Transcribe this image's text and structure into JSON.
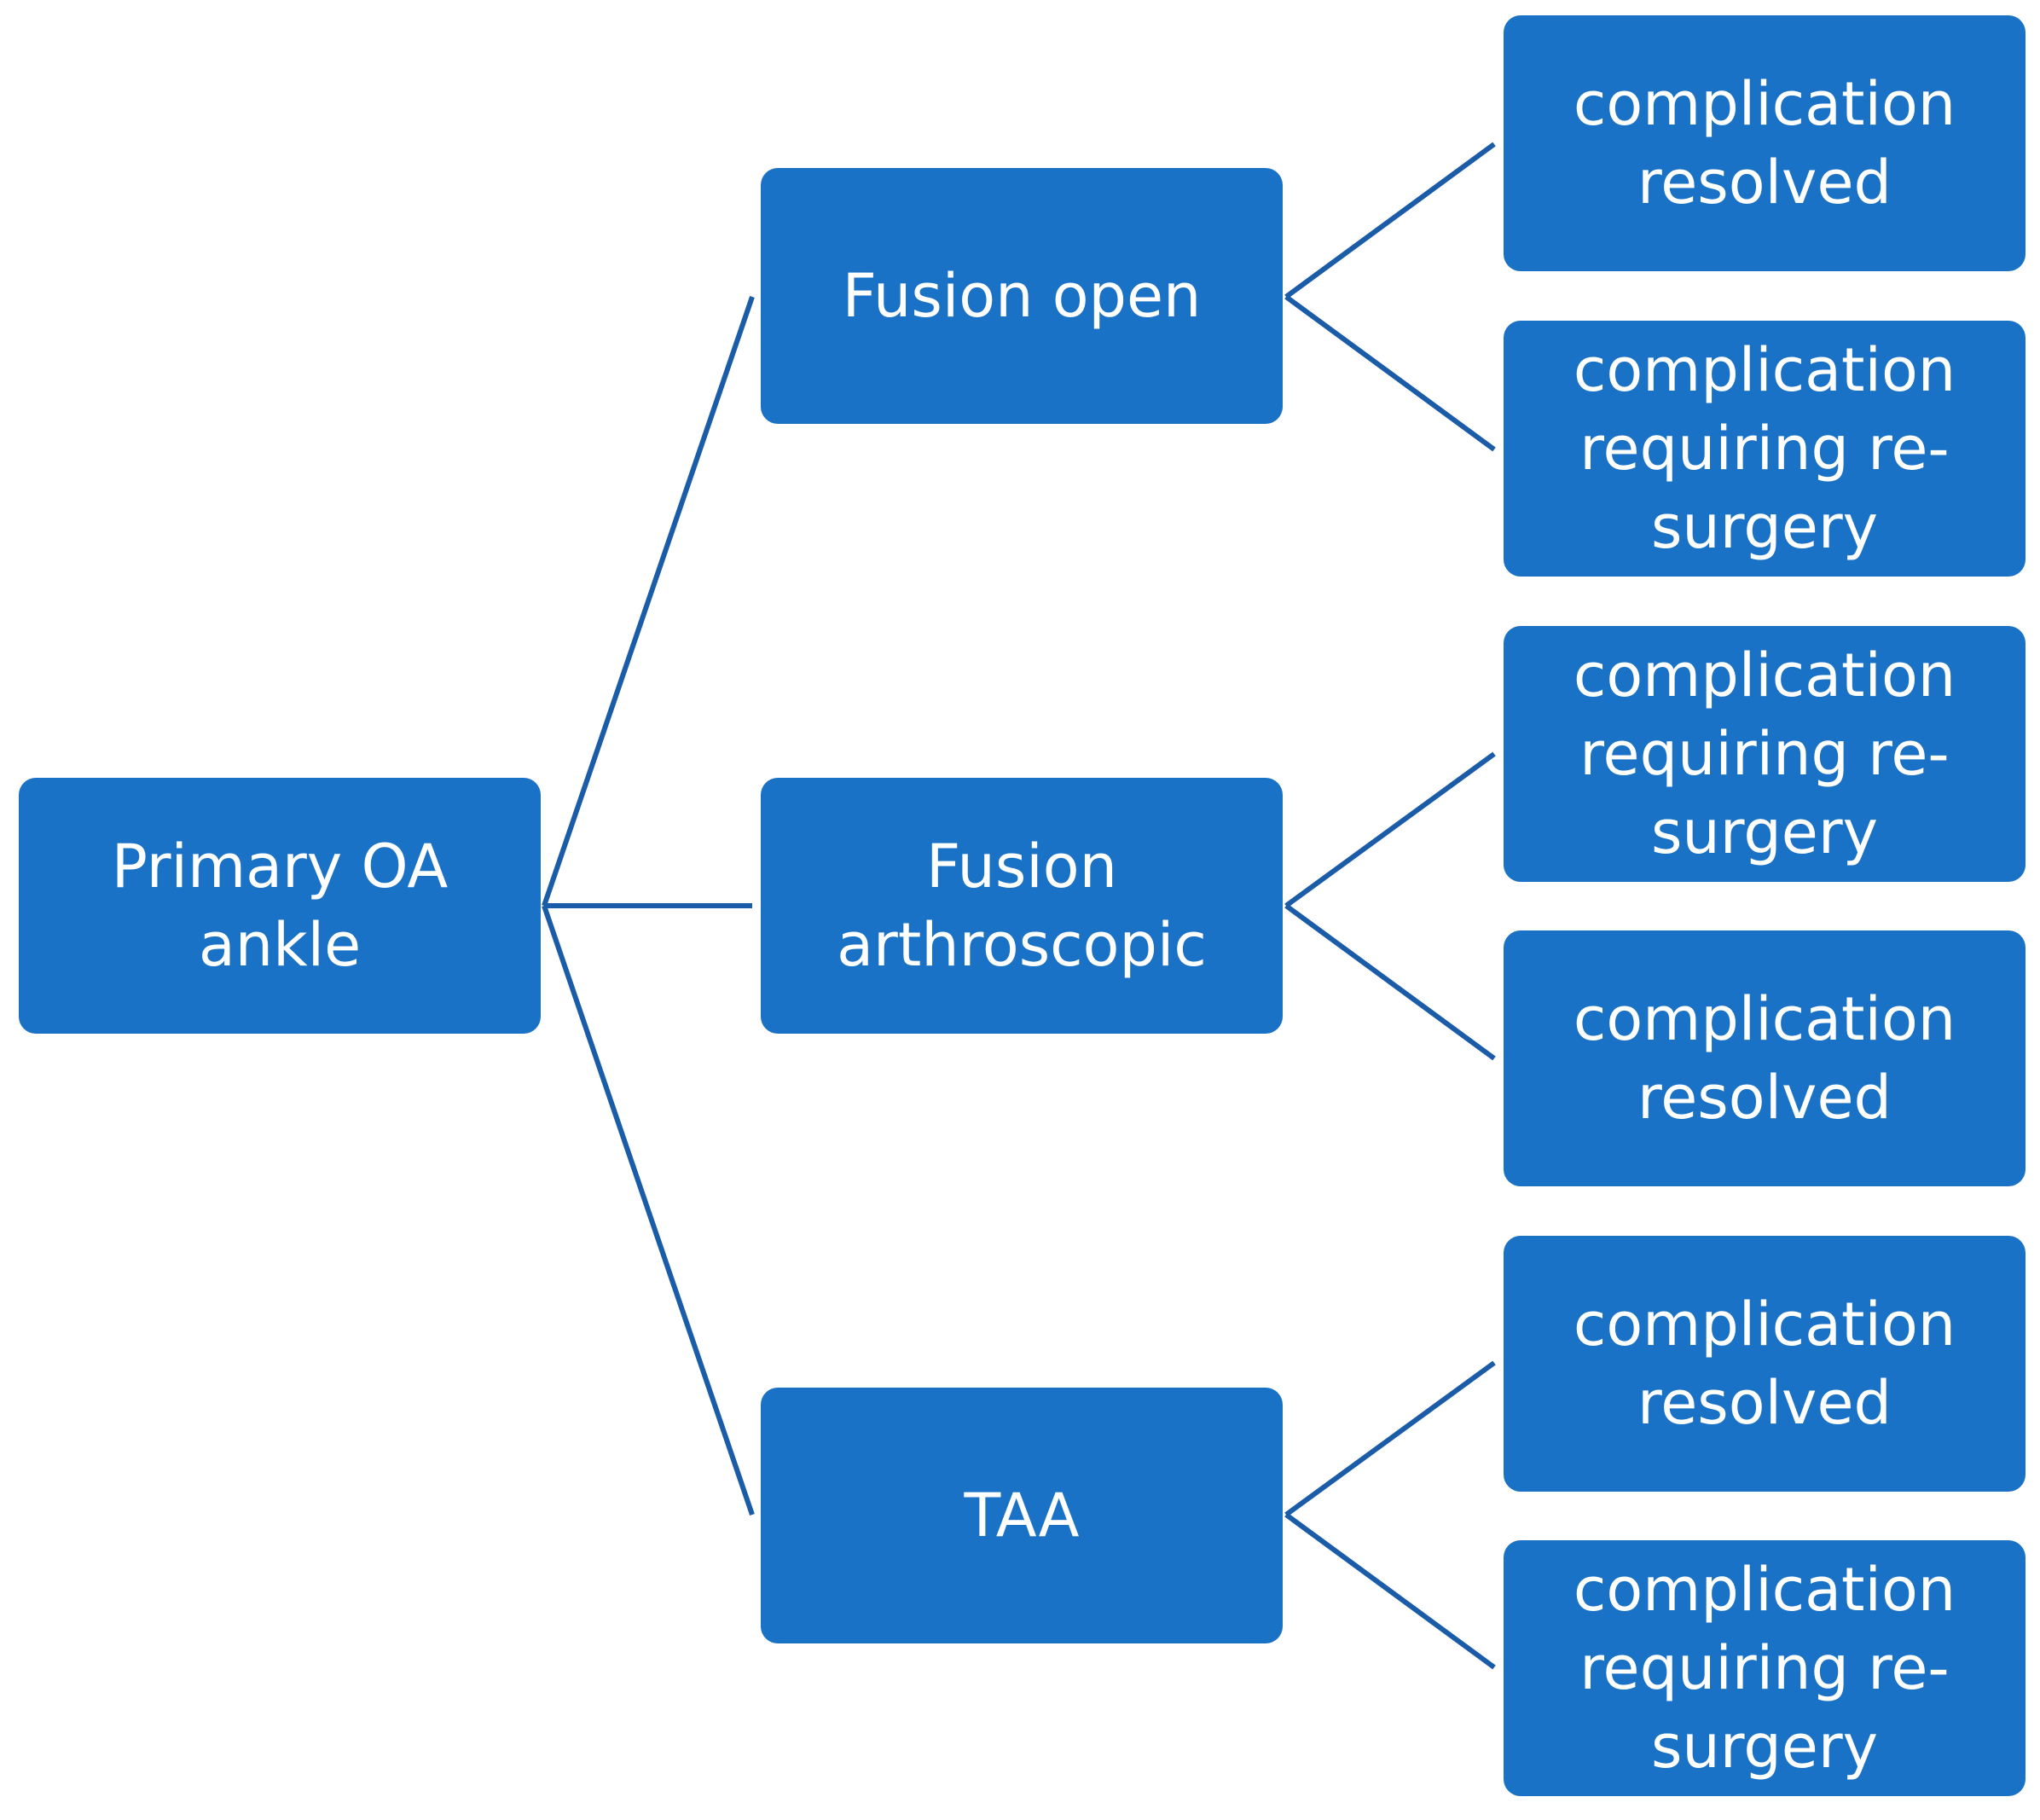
{
  "colors": {
    "node_fill": "#1A72C6",
    "connector": "#1B5CA8",
    "text": "#FFFFFF"
  },
  "root": {
    "label": "Primary OA ankle"
  },
  "branches": [
    {
      "label": "Fusion open",
      "outcomes": [
        "complication\nresolved",
        "complication\nrequiring re-\nsurgery"
      ]
    },
    {
      "label": "Fusion\narthroscopic",
      "outcomes": [
        "complication\nrequiring re-\nsurgery",
        "complication\nresolved"
      ]
    },
    {
      "label": "TAA",
      "outcomes": [
        "complication\nresolved",
        "complication\nrequiring re-\nsurgery"
      ]
    }
  ]
}
